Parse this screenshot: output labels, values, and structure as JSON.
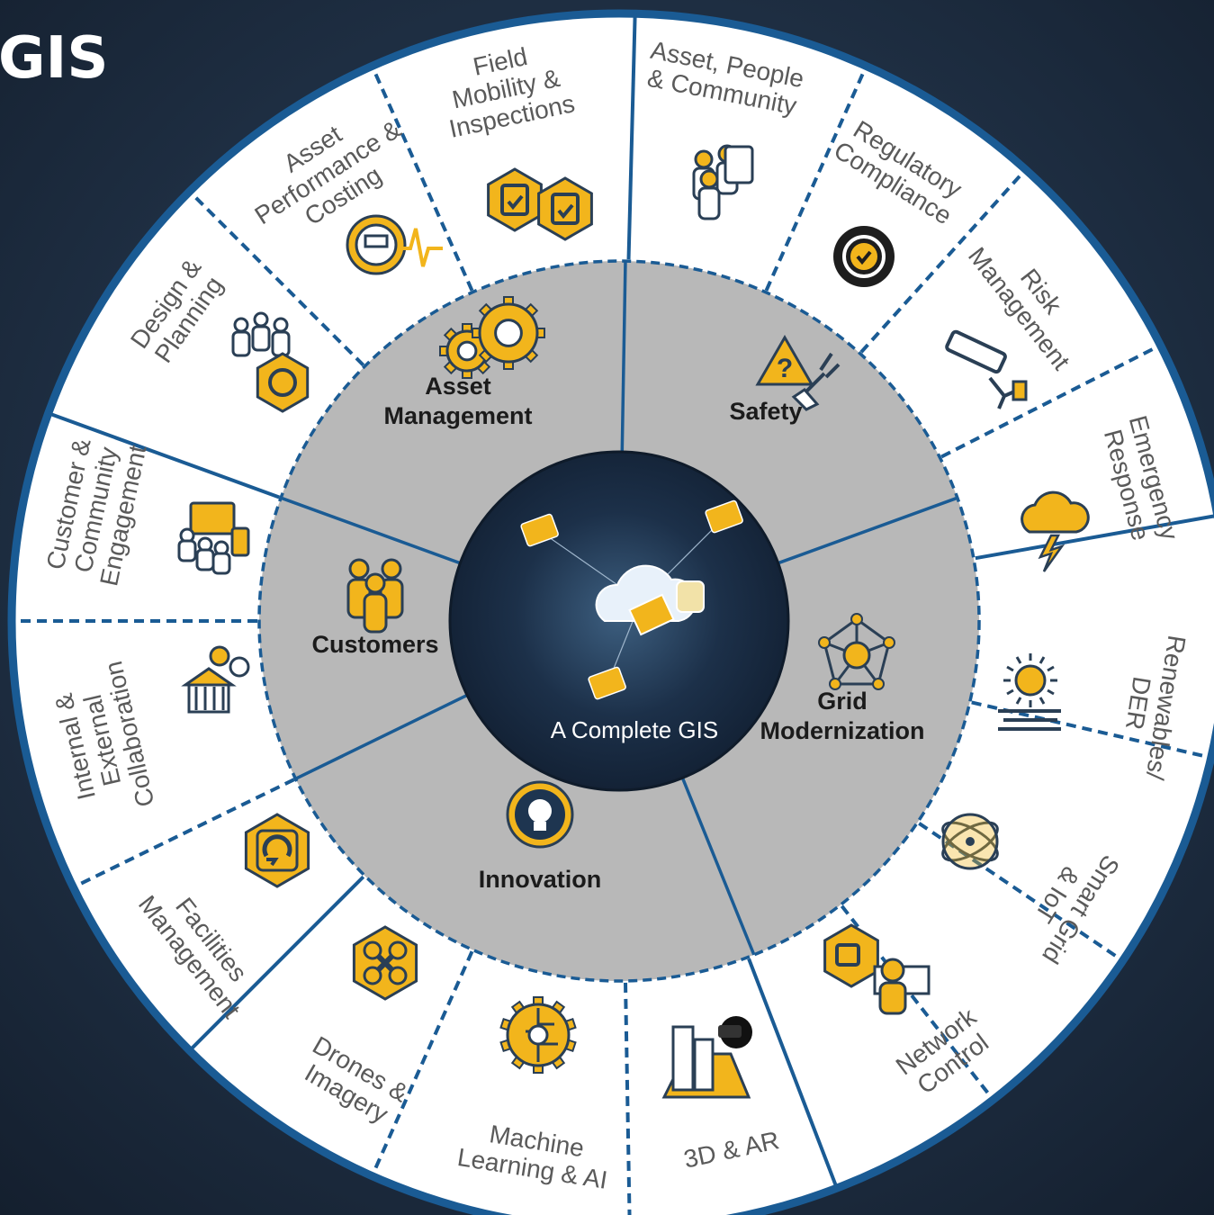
{
  "page": {
    "title_fragment": "GIS"
  },
  "center": {
    "label": "A Complete GIS"
  },
  "inner_segments": [
    {
      "lines": [
        "Asset",
        "Management"
      ],
      "icon": "gears-icon"
    },
    {
      "lines": [
        "Safety"
      ],
      "icon": "warning-hazard-icon"
    },
    {
      "lines": [
        "Grid",
        "Modernization"
      ],
      "icon": "network-hub-icon"
    },
    {
      "lines": [
        "Innovation"
      ],
      "icon": "lightbulb-icon"
    },
    {
      "lines": [
        "Customers"
      ],
      "icon": "people-icon"
    }
  ],
  "outer_segments": [
    {
      "lines": [
        "Field",
        "Mobility &",
        "Inspections"
      ],
      "icon": "clipboard-check-icon"
    },
    {
      "lines": [
        "Asset, People",
        "& Community"
      ],
      "icon": "community-icon"
    },
    {
      "lines": [
        "Regulatory",
        "Compliance"
      ],
      "icon": "compliance-badge-icon"
    },
    {
      "lines": [
        "Risk",
        "Management"
      ],
      "icon": "security-camera-icon"
    },
    {
      "lines": [
        "Emergency",
        "Response"
      ],
      "icon": "storm-icon"
    },
    {
      "lines": [
        "Renewables/",
        "DER"
      ],
      "icon": "sun-icon"
    },
    {
      "lines": [
        "Smart Grid",
        "& IoT"
      ],
      "icon": "atom-icon"
    },
    {
      "lines": [
        "Network",
        "Control"
      ],
      "icon": "control-room-icon"
    },
    {
      "lines": [
        "3D & AR"
      ],
      "icon": "vr-city-icon"
    },
    {
      "lines": [
        "Machine",
        "Learning & AI"
      ],
      "icon": "brain-gear-icon"
    },
    {
      "lines": [
        "Drones &",
        "Imagery"
      ],
      "icon": "drone-icon"
    },
    {
      "lines": [
        "Facilities",
        "Management"
      ],
      "icon": "facility-sync-icon"
    },
    {
      "lines": [
        "Internal &",
        "External",
        "Collaboration"
      ],
      "icon": "collaboration-icon"
    },
    {
      "lines": [
        "Customer &",
        "Community",
        "Engagement"
      ],
      "icon": "devices-icon"
    },
    {
      "lines": [
        "Design &",
        "Planning"
      ],
      "icon": "planning-globe-icon"
    },
    {
      "lines": [
        "Asset",
        "Performance &",
        "Costing"
      ],
      "icon": "meter-pulse-icon"
    }
  ],
  "colors": {
    "ring_stroke": "#1a5b94",
    "outer_fill": "#ffffff",
    "inner_fill": "#b8b8b8",
    "center_fill": "#17283c",
    "icon_gold": "#f2b51c",
    "icon_dark": "#2a3f55"
  }
}
